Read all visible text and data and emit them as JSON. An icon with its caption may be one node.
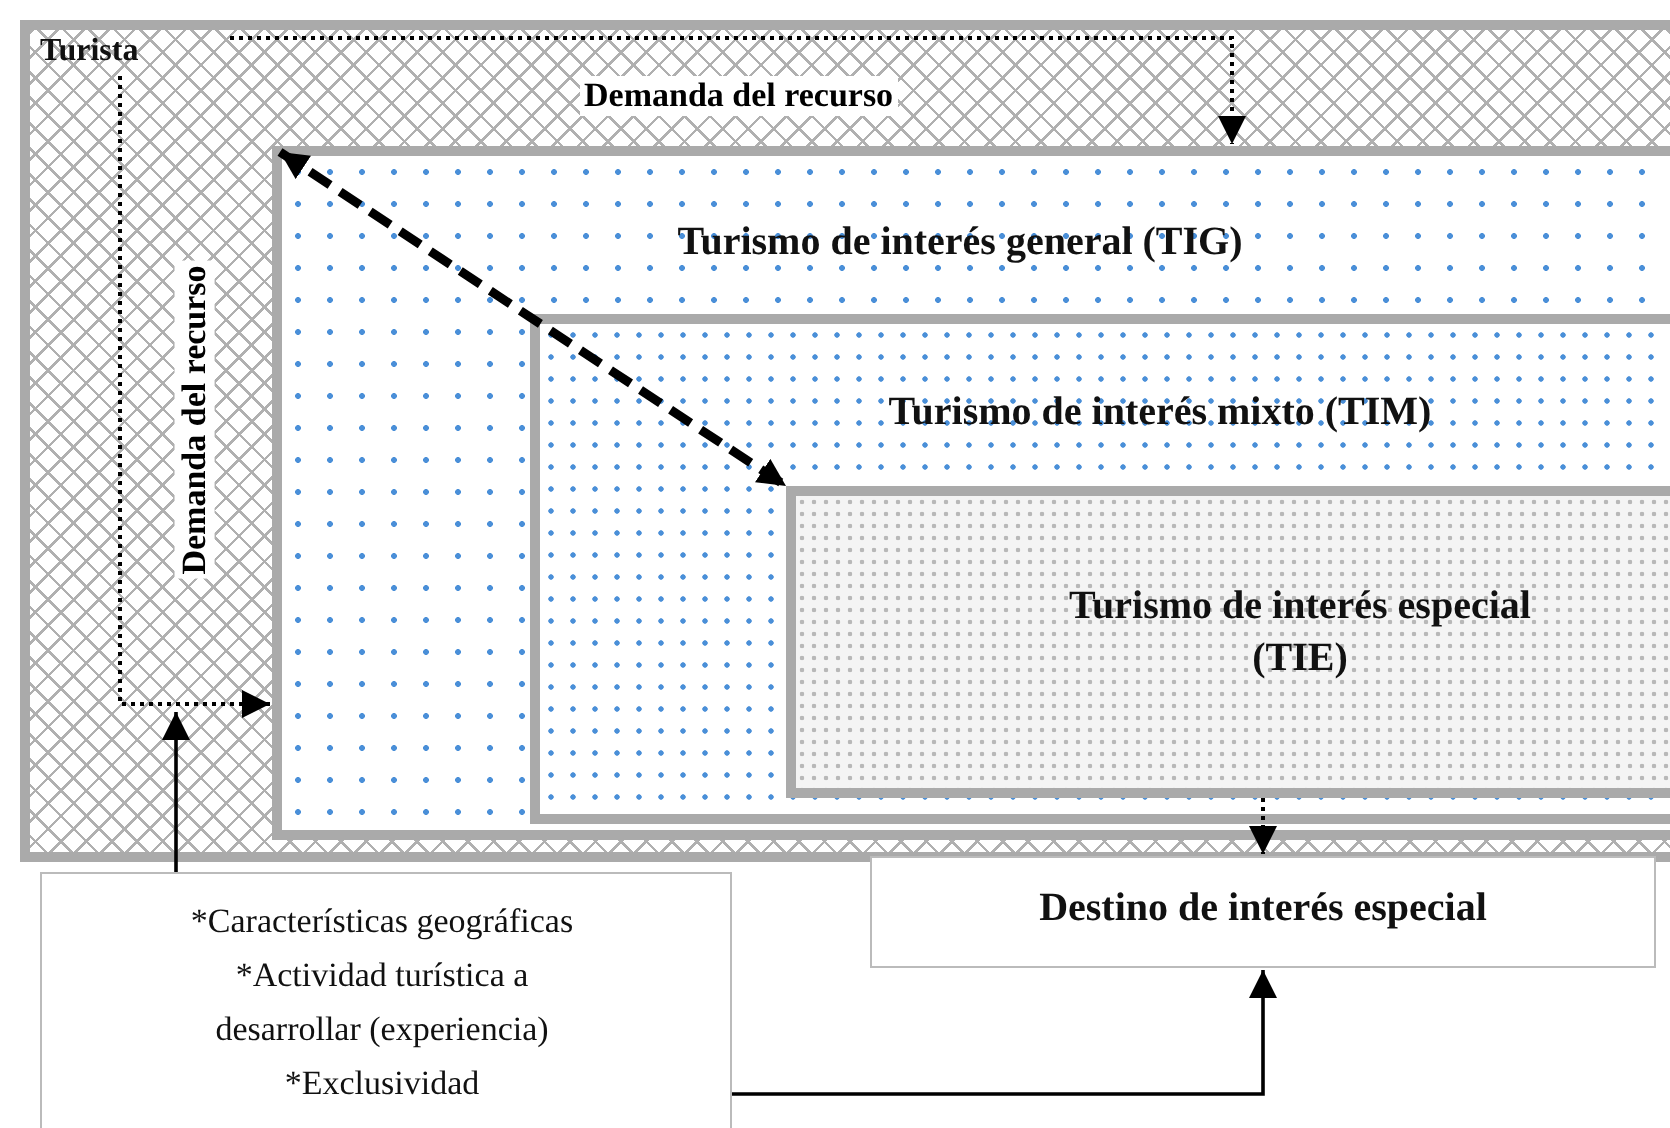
{
  "diagram": {
    "nodes": [
      {
        "text": [],
        "shape": "box"
      },
      {
        "text": [
          "Turista"
        ],
        "in": 0
      },
      {
        "text": [
          "Turismo de interés general (TIG)"
        ],
        "in": 0
      },
      {
        "text": [
          "Turismo de interés mixto (TIM)"
        ],
        "in": 2
      },
      {
        "text": [
          "Turismo de interés especial (TIE)"
        ],
        "in": 3
      },
      {
        "text": [
          "Destino de interés especial"
        ]
      },
      {
        "text": [
          "*Características geográficas",
          "*Actividad turística a desarrollar (experiencia)",
          "*Exclusividad"
        ]
      }
    ],
    "edges": [
      {
        "from": null,
        "to": 2,
        "arrow": "to",
        "label": "Demanda del recurso",
        "style": "dashed"
      },
      {
        "from": 1,
        "to": 2,
        "arrow": "to",
        "label": "Demanda del recurso",
        "style": "dashed"
      },
      {
        "from": 2,
        "to": 4,
        "arrow": "both",
        "style": "dashed"
      },
      {
        "from": 4,
        "to": 5,
        "arrow": "to",
        "style": "dashed"
      },
      {
        "from": 6,
        "to": 0,
        "arrow": "to"
      },
      {
        "from": 6,
        "to": 5,
        "arrow": "to"
      }
    ]
  }
}
